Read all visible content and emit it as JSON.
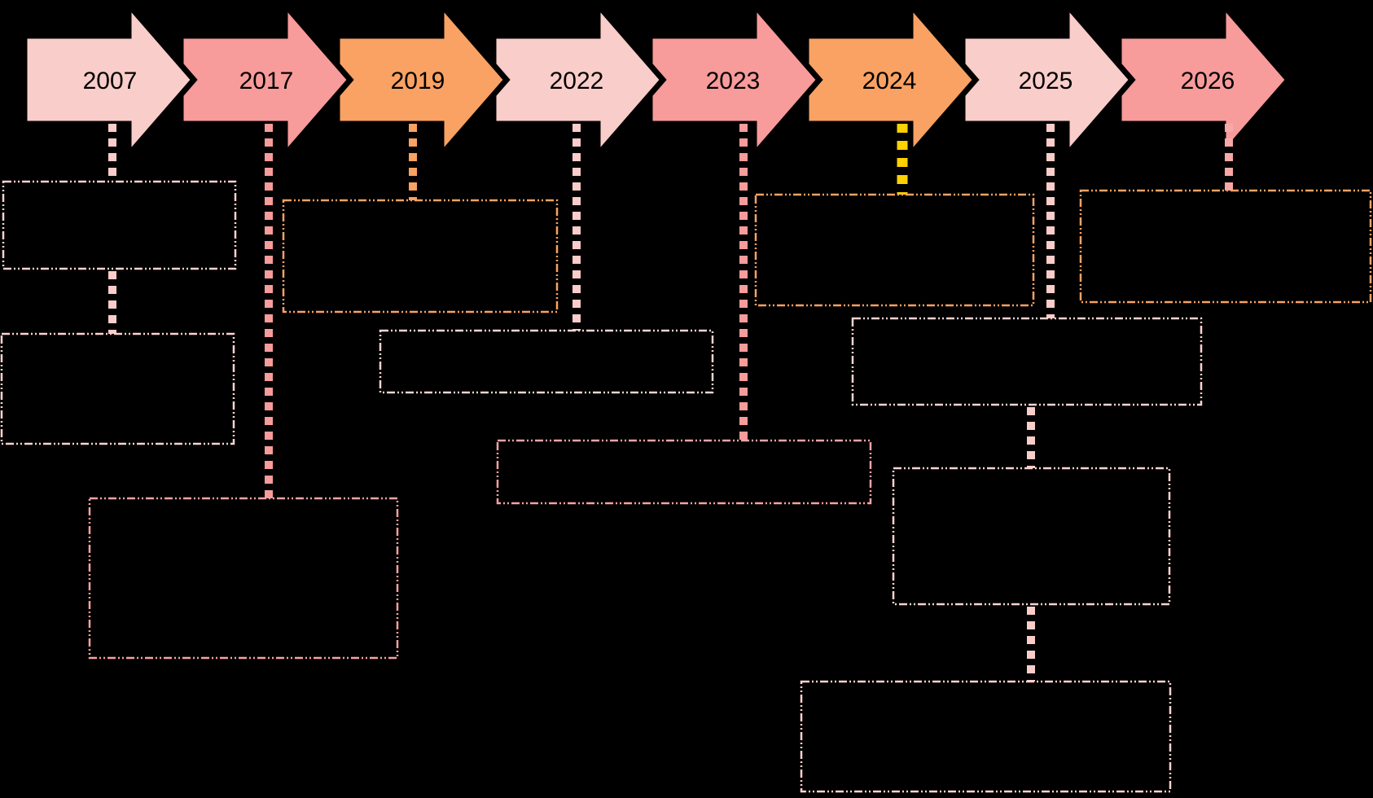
{
  "page": {
    "background_color": "#000000",
    "description": "Timeline diagram with year arrows and empty dashed callout boxes"
  },
  "colors": {
    "light_pink": "#f9cdc9",
    "salmon": "#f89b9b",
    "orange": "#f9a263",
    "yellow": "#ffd100",
    "pink_border": "#fbd3d0",
    "salmon_border": "#f9a2a2",
    "orange_border": "#f9a263",
    "label_text": "#000000"
  },
  "timeline": {
    "years": [
      {
        "label": "2007",
        "arrow_color": "#f9cdc9",
        "connector_color": "#f9cdc9"
      },
      {
        "label": "2017",
        "arrow_color": "#f89b9b",
        "connector_color": "#f89b9b"
      },
      {
        "label": "2019",
        "arrow_color": "#f9a263",
        "connector_color": "#f9a263"
      },
      {
        "label": "2022",
        "arrow_color": "#f9cdc9",
        "connector_color": "#f9cdc9"
      },
      {
        "label": "2023",
        "arrow_color": "#f89b9b",
        "connector_color": "#f89b9b"
      },
      {
        "label": "2024",
        "arrow_color": "#f9a263",
        "connector_color": "#ffd100"
      },
      {
        "label": "2025",
        "arrow_color": "#f9cdc9",
        "connector_color": "#f9cdc9"
      },
      {
        "label": "2026",
        "arrow_color": "#f89b9b",
        "connector_color": "#f9a8a8"
      }
    ],
    "label_color": "#000000"
  },
  "boxes": [
    {
      "id": "box-2007-1",
      "text": "",
      "border_color": "#fbd3d0"
    },
    {
      "id": "box-2007-2",
      "text": "",
      "border_color": "#fbd3d0"
    },
    {
      "id": "box-2017",
      "text": "",
      "border_color": "#f9a2a2"
    },
    {
      "id": "box-2019",
      "text": "",
      "border_color": "#f9a263"
    },
    {
      "id": "box-2022",
      "text": "",
      "border_color": "#fbd3d0"
    },
    {
      "id": "box-2023",
      "text": "",
      "border_color": "#f9a2a2"
    },
    {
      "id": "box-2024",
      "text": "",
      "border_color": "#f9a263"
    },
    {
      "id": "box-2025-1",
      "text": "",
      "border_color": "#fbd3d0"
    },
    {
      "id": "box-2025-2",
      "text": "",
      "border_color": "#fbd3d0"
    },
    {
      "id": "box-2025-3",
      "text": "",
      "border_color": "#fbd3d0"
    },
    {
      "id": "box-2026",
      "text": "",
      "border_color": "#f9a263"
    }
  ]
}
